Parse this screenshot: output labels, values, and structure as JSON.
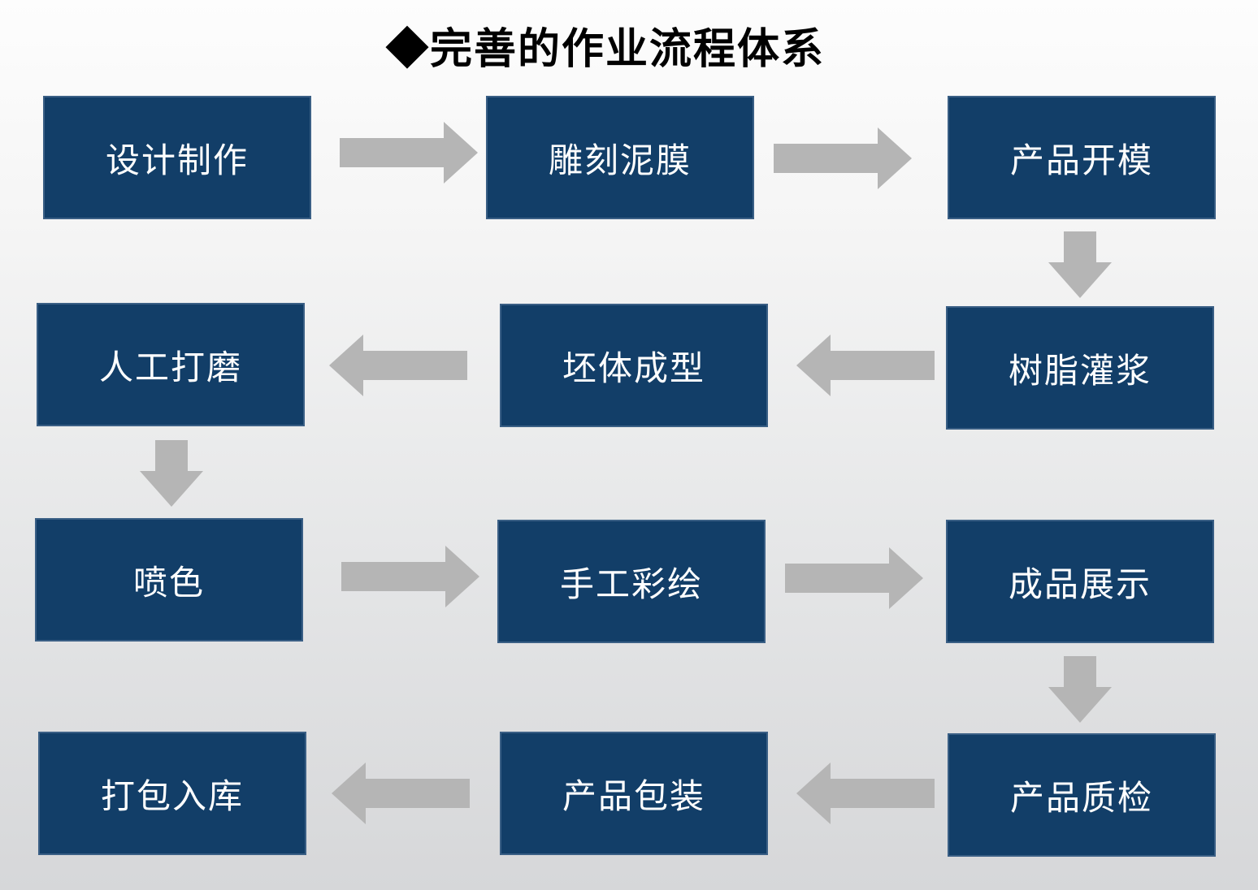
{
  "title": "◆完善的作业流程体系",
  "colors": {
    "box_fill": "#123e68",
    "box_border": "#3a5f85",
    "box_text": "#ffffff",
    "arrow": "#b5b5b5",
    "title_text": "#000000"
  },
  "flow": {
    "boxes": [
      {
        "label": "设计制作"
      },
      {
        "label": "雕刻泥膜"
      },
      {
        "label": "产品开模"
      },
      {
        "label": "人工打磨"
      },
      {
        "label": "坯体成型"
      },
      {
        "label": "树脂灌浆"
      },
      {
        "label": "喷色"
      },
      {
        "label": "手工彩绘"
      },
      {
        "label": "成品展示"
      },
      {
        "label": "打包入库"
      },
      {
        "label": "产品包装"
      },
      {
        "label": "产品质检"
      }
    ],
    "connections": [
      "设计制作→雕刻泥膜",
      "雕刻泥膜→产品开模",
      "产品开模→树脂灌浆",
      "树脂灌浆→坯体成型",
      "坯体成型→人工打磨",
      "人工打磨→喷色",
      "喷色→手工彩绘",
      "手工彩绘→成品展示",
      "成品展示→产品质检",
      "产品质检→产品包装",
      "产品包装→打包入库"
    ]
  }
}
